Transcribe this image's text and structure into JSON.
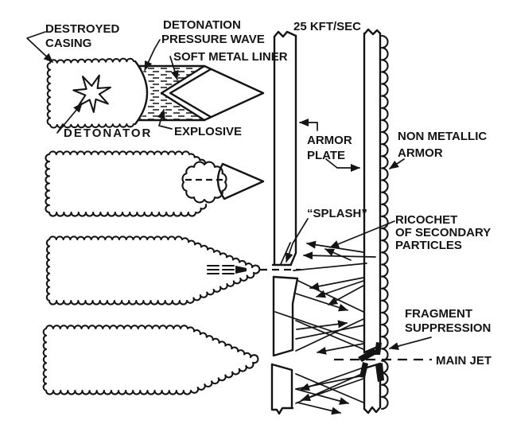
{
  "diagram": {
    "labels": {
      "destroyed_casing": [
        "DESTROYED",
        "CASING"
      ],
      "detonation_pressure_wave": [
        "DETONATION",
        "PRESSURE WAVE"
      ],
      "soft_metal_liner": "SOFT METAL LINER",
      "detonator": "DETONATOR",
      "explosive": "EXPLOSIVE",
      "jet_velocity": "25 KFT/SEC",
      "armor_plate": [
        "ARMOR",
        "PLATE"
      ],
      "non_metallic_armor": [
        "NON METALLIC",
        "ARMOR"
      ],
      "splash": "“SPLASH”",
      "ricochet": [
        "RICOCHET",
        "OF SECONDARY",
        "PARTICLES"
      ],
      "fragment_suppression": [
        "FRAGMENT",
        "SUPPRESSION"
      ],
      "main_jet": "MAIN JET"
    },
    "colors": {
      "ink": "#141414",
      "background": "#ffffff"
    }
  }
}
